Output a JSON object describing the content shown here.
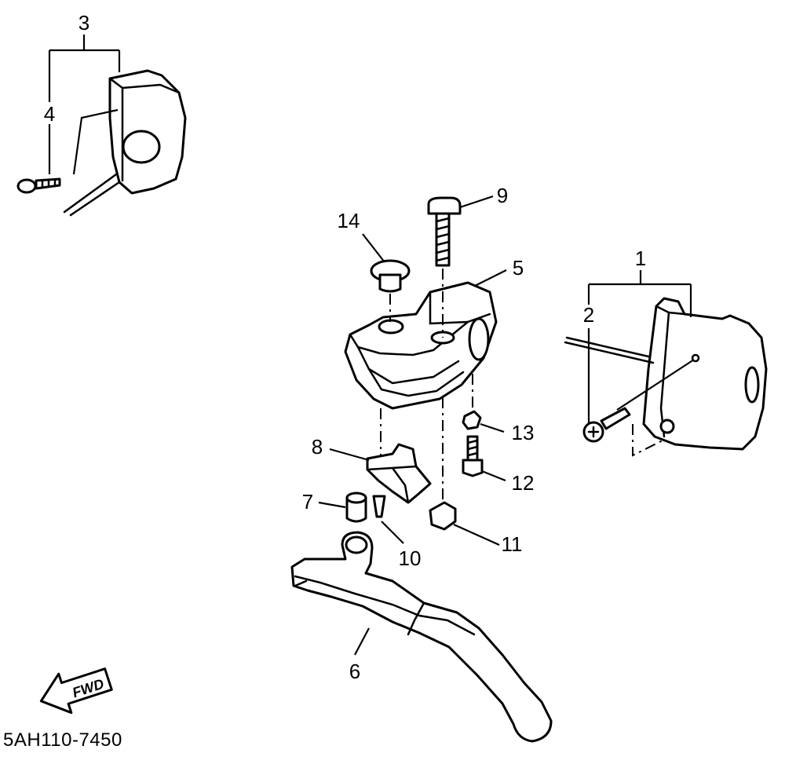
{
  "diagram": {
    "callouts": {
      "c1": "1",
      "c2": "2",
      "c3": "3",
      "c4": "4",
      "c5": "5",
      "c6": "6",
      "c7": "7",
      "c8": "8",
      "c9": "9",
      "c10": "10",
      "c11": "11",
      "c12": "12",
      "c13": "13",
      "c14": "14"
    },
    "fwd_label": "FWD",
    "diagram_code": "5AH110-7450"
  }
}
